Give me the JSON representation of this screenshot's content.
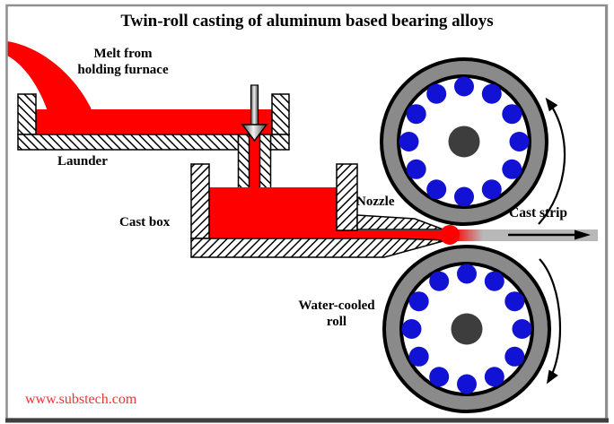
{
  "title": "Twin-roll casting of aluminum based bearing alloys",
  "labels": {
    "melt_source_line1": "Melt from",
    "melt_source_line2": "holding furnace",
    "launder": "Launder",
    "cast_box": "Cast box",
    "nozzle": "Nozzle",
    "cast_strip": "Cast strip",
    "water_cooled_roll_line1": "Water-cooled",
    "water_cooled_roll_line2": "roll"
  },
  "watermark": "www.substech.com",
  "diagram": {
    "rolls_count": 2,
    "water_channels_per_roll": 12,
    "rotation": {
      "top_roll": "counterclockwise",
      "bottom_roll": "clockwise"
    },
    "strip_direction": "right"
  },
  "colors": {
    "melt_red": "#fe0000",
    "roll_gray": "#8a8a8a",
    "strip_gray": "#b8b8b8",
    "hub_dark": "#3d3d3d",
    "water_blue": "#1212d4",
    "watermark_red": "#ee3333",
    "frame_gray": "#8f8f8f"
  }
}
